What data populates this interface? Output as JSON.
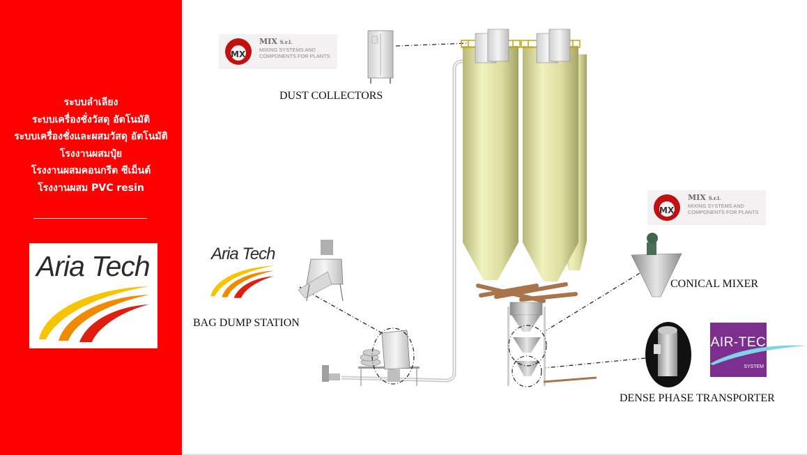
{
  "services": [
    "ระบบลำเลียง",
    "ระบบเครื่องชั่งวัสดุ อัตโนมัติ",
    "ระบบเครื่องชั่งและผสมวัสดุ อัตโนมัติ",
    "โรงงานผสมปุ๋ย",
    "โรงงานผสมคอนกรีต ซีเม็นต์",
    "โรงงานผสม PVC resin"
  ],
  "aria_logo": {
    "text": "Aria Tech"
  },
  "mix_logo": {
    "brand": "MIX",
    "suffix": "S.r.l.",
    "tagline_1": "MIXING SYSTEMS AND",
    "tagline_2": "COMPONENTS FOR PLANTS"
  },
  "airtec_logo": {
    "word": "AIR-TEC",
    "sub": "SYSTEM"
  },
  "labels": {
    "dust_collectors": "DUST COLLECTORS",
    "bag_dump_station": "BAG DUMP STATION",
    "conical_mixer": "CONICAL MIXER",
    "dense_phase_transporter": "DENSE PHASE TRANSPORTER"
  },
  "colors": {
    "panel_red": "#fe0000",
    "silo_yellow": "#e6e6a8",
    "airtec_purple": "#7c2f8e",
    "swoosh_yellow": "#f6c400",
    "swoosh_orange": "#f08a00",
    "swoosh_red": "#e01e10"
  },
  "icons": [
    "mix-mascot-icon",
    "aria-swoosh-icon",
    "airtec-swoosh-icon"
  ]
}
